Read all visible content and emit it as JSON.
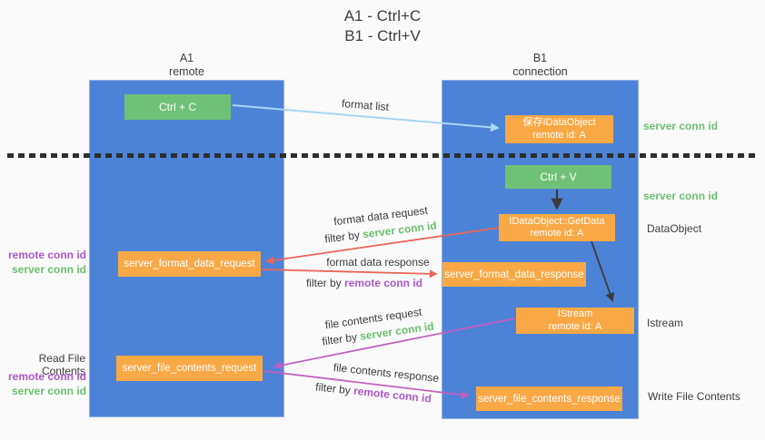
{
  "title": {
    "line1": "A1 - Ctrl+C",
    "line2": "B1 - Ctrl+V"
  },
  "columns": {
    "left": {
      "name": "A1",
      "subtitle": "remote"
    },
    "right": {
      "name": "B1",
      "subtitle": "connection"
    }
  },
  "nodes": {
    "ctrl_c": {
      "label": "Ctrl + C"
    },
    "save_idataobject": {
      "line1": "保存IDataObject",
      "line2": "remote id: A"
    },
    "ctrl_v": {
      "label": "Ctrl + V"
    },
    "getdata": {
      "line1": "IDataObject::GetData",
      "line2": "remote id: A"
    },
    "format_request": {
      "label": "server_format_data_request"
    },
    "format_response": {
      "label": "server_format_data_response"
    },
    "istream": {
      "line1": "IStream",
      "line2": "remote id: A"
    },
    "file_request": {
      "label": "server_file_contents_request"
    },
    "file_response": {
      "label": "server_file_contents_response"
    }
  },
  "arrow_labels": {
    "format_list": "format list",
    "format_data_request": "format data request",
    "format_data_request_filter": {
      "prefix": "filter by",
      "id": "server conn id"
    },
    "format_data_response": "format data response",
    "format_data_response_filter": {
      "prefix": "filter by",
      "id": "remote conn id"
    },
    "file_contents_request": "file contents request",
    "file_contents_request_filter": {
      "prefix": "filter by",
      "id": "server conn id"
    },
    "file_contents_response": "file contents response",
    "file_contents_response_filter": {
      "prefix": "filter by",
      "id": "remote conn id"
    }
  },
  "side_labels": {
    "server_conn_id_top_right": "server conn id",
    "server_conn_id_mid_right": "server conn id",
    "dataobject": "DataObject",
    "istream": "Istream",
    "write_file_contents": "Write File Contents",
    "remote_conn_id_left_1": "remote conn id",
    "server_conn_id_left_1": "server conn id",
    "read_file_contents": "Read File Contents",
    "remote_conn_id_left_2": "remote conn id",
    "server_conn_id_left_2": "server conn id"
  },
  "colors": {
    "background": "#fafafa",
    "column_blue": "#4d83d6",
    "box_green": "#6fc175",
    "box_orange": "#f8a845",
    "arrow_lightblue": "#a9d6f2",
    "arrow_red": "#e9655b",
    "arrow_magenta": "#c25fc2",
    "arrow_black": "#3a3a3a",
    "text_green": "#6cbf70",
    "text_purple": "#ab57c8",
    "text_dark": "#3d3d3d"
  }
}
